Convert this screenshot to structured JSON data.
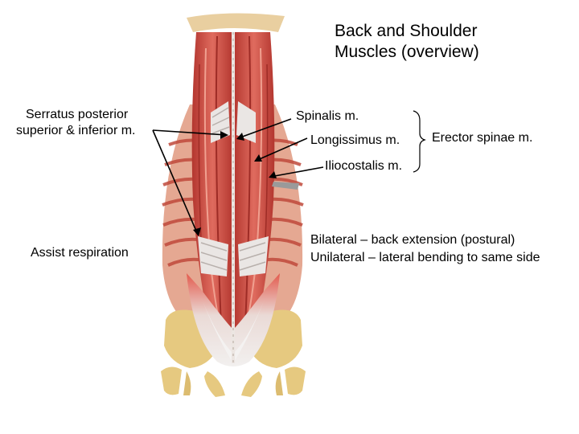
{
  "title": {
    "line1": "Back and Shoulder",
    "line2": "Muscles (overview)"
  },
  "labels": {
    "serratus_line1": "Serratus posterior",
    "serratus_line2": "superior & inferior m.",
    "assist": "Assist respiration",
    "spinalis": "Spinalis m.",
    "longissimus": "Longissimus m.",
    "iliocostalis": "Iliocostalis m.",
    "erector": "Erector spinae m.",
    "bilateral": "Bilateral – back extension (postural)",
    "unilateral": "Unilateral – lateral bending to same side"
  },
  "colors": {
    "muscle": "#c8443c",
    "muscle_light": "#e07a6a",
    "bone": "#e6c980",
    "tendon": "#e8e4e2"
  }
}
